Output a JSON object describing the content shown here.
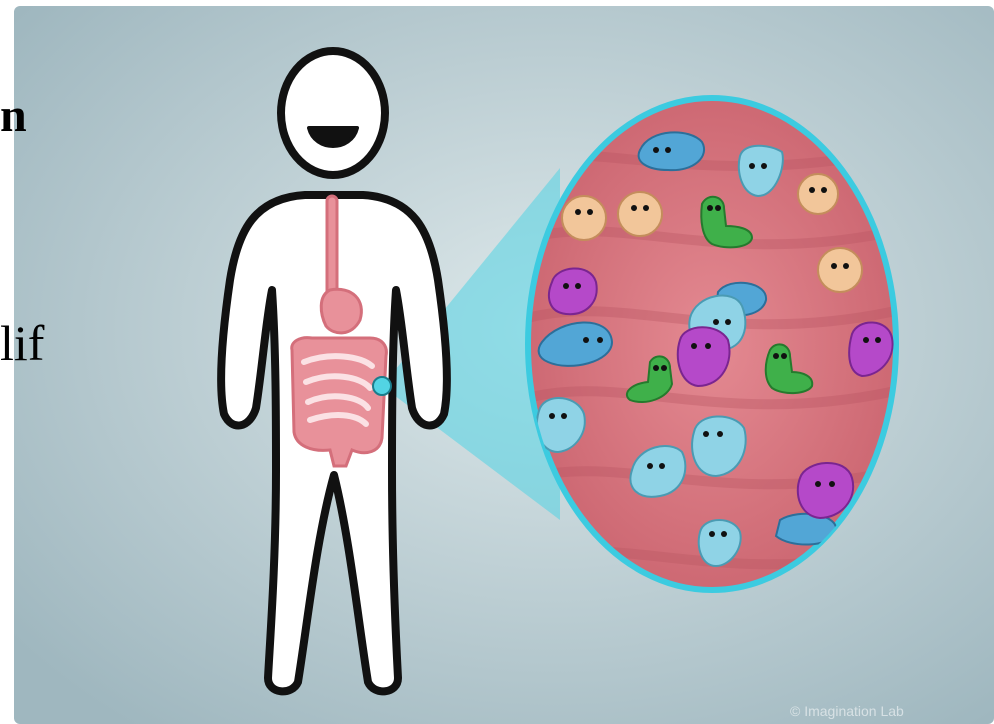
{
  "slide": {
    "text_fragment_1": "n",
    "text_fragment_2": "lif"
  },
  "illustration": {
    "background_color": "#c9d9dd",
    "tissue_color": "#d8757f",
    "lens_color": "#52d4e4",
    "organ_color": "#e8919a",
    "microbe_colors": [
      "#52a6d6",
      "#8fd3e6",
      "#f2c69a",
      "#3fb04a",
      "#b549c9"
    ],
    "watermark": "© Imagination Lab"
  }
}
